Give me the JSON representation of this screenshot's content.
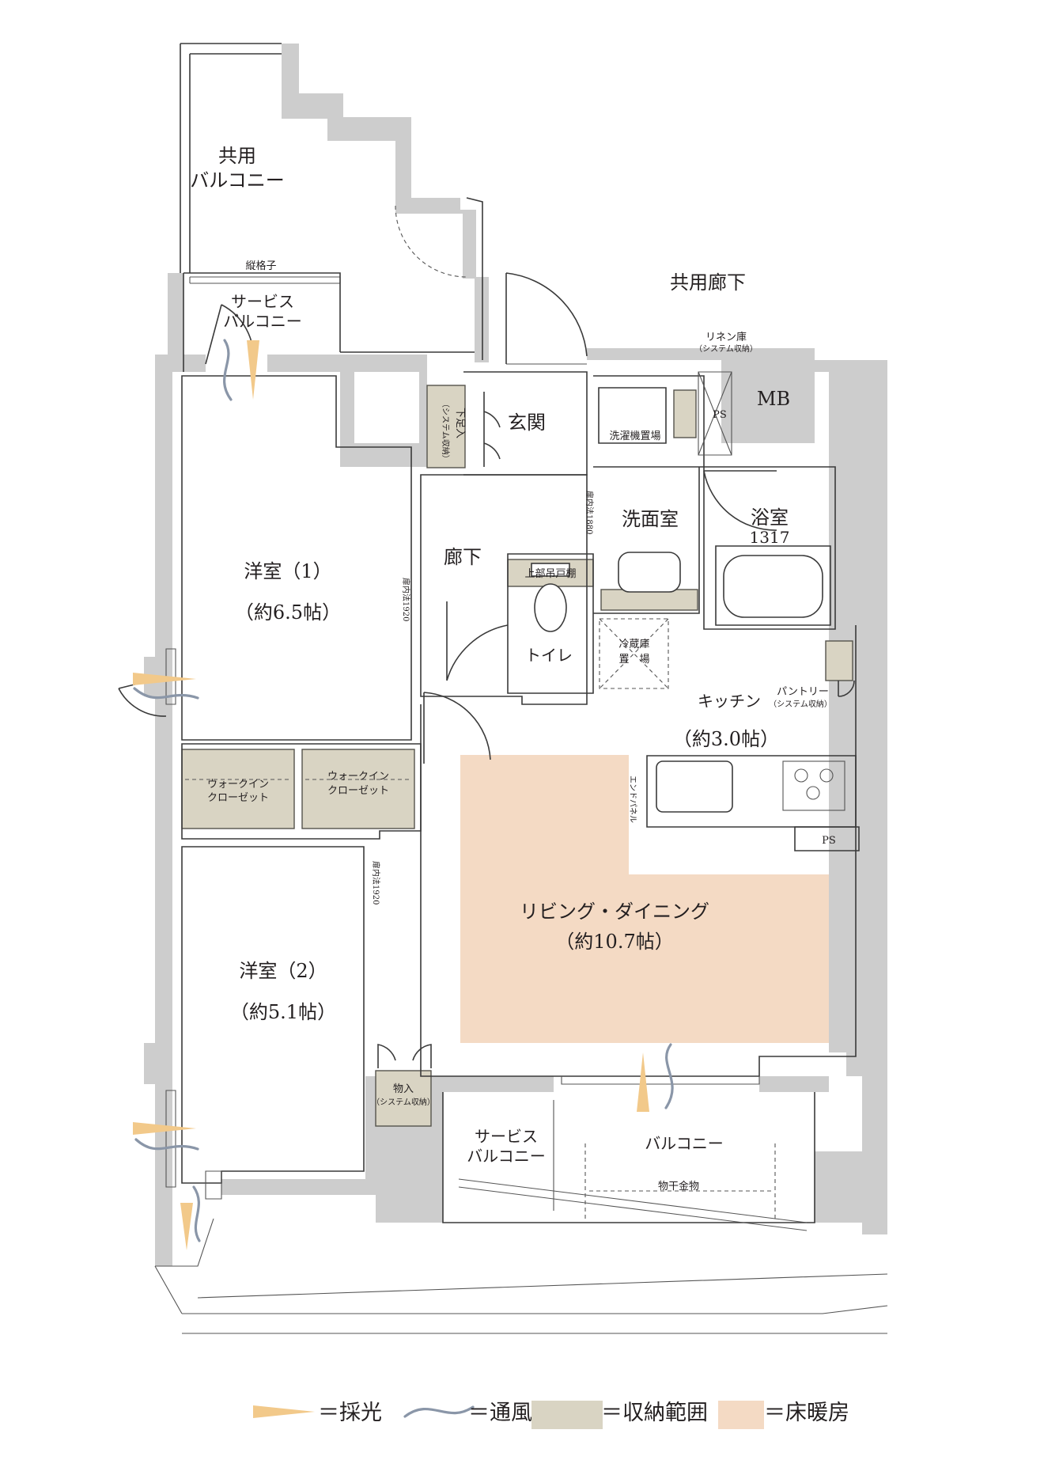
{
  "rooms": {
    "shared_balcony": [
      "共用",
      "バルコニー"
    ],
    "vertical_lattice": "縦格子",
    "service_balcony_top": [
      "サービス",
      "バルコニー"
    ],
    "shared_corridor": "共用廊下",
    "linen_storage": "リネン庫",
    "linen_storage_sub": "（システム収納）",
    "mb": "MB",
    "ps_top": "PS",
    "entrance": "玄関",
    "shoe_storage": "下足入",
    "shoe_storage_sub": "（システム収納）",
    "washer_space": "洗濯機置場",
    "washroom": "洗面室",
    "bathroom": "浴室",
    "bathroom_size": "1317",
    "hallway": "廊下",
    "upper_shelf": "上部吊戸棚",
    "toilet": "トイレ",
    "fridge_space": [
      "冷蔵庫",
      "置　場"
    ],
    "pantry": "パントリー",
    "pantry_sub": "（システム収納）",
    "kitchen": "キッチン",
    "kitchen_size": "（約3.0帖）",
    "end_panel": "エンドパネル",
    "ps_kitchen": "PS",
    "bedroom1": "洋室（1）",
    "bedroom1_size": "（約6.5帖）",
    "door_height_1": "扉内法1920",
    "door_height_2": "扉内法1880",
    "door_height_3": "扉内法1920",
    "walk_in_closet_1": [
      "ウォークイン",
      "クローゼット"
    ],
    "walk_in_closet_2": [
      "ウォークイン",
      "クローゼット"
    ],
    "living_dining": "リビング・ダイニング",
    "living_dining_size": "（約10.7帖）",
    "bedroom2": "洋室（2）",
    "bedroom2_size": "（約5.1帖）",
    "storage": "物入",
    "storage_sub": "（システム収納）",
    "service_balcony_bottom": [
      "サービス",
      "バルコニー"
    ],
    "balcony": "バルコニー",
    "laundry_hanger": "物干金物"
  },
  "legend": [
    {
      "symbol": "light-icon",
      "label": "＝採光"
    },
    {
      "symbol": "wind-icon",
      "label": "＝通風"
    },
    {
      "symbol": "storage-swatch",
      "label": "＝収納範囲",
      "color": "#d9d4c3"
    },
    {
      "symbol": "floor-heating-swatch",
      "label": "＝床暖房",
      "color": "#f4dac4"
    }
  ],
  "colors": {
    "wall": "#cdcdcd",
    "storage": "#d9d4c3",
    "floor_heating": "#f4dac4",
    "light": "#f2c98a",
    "wind": "#8a96a8"
  }
}
